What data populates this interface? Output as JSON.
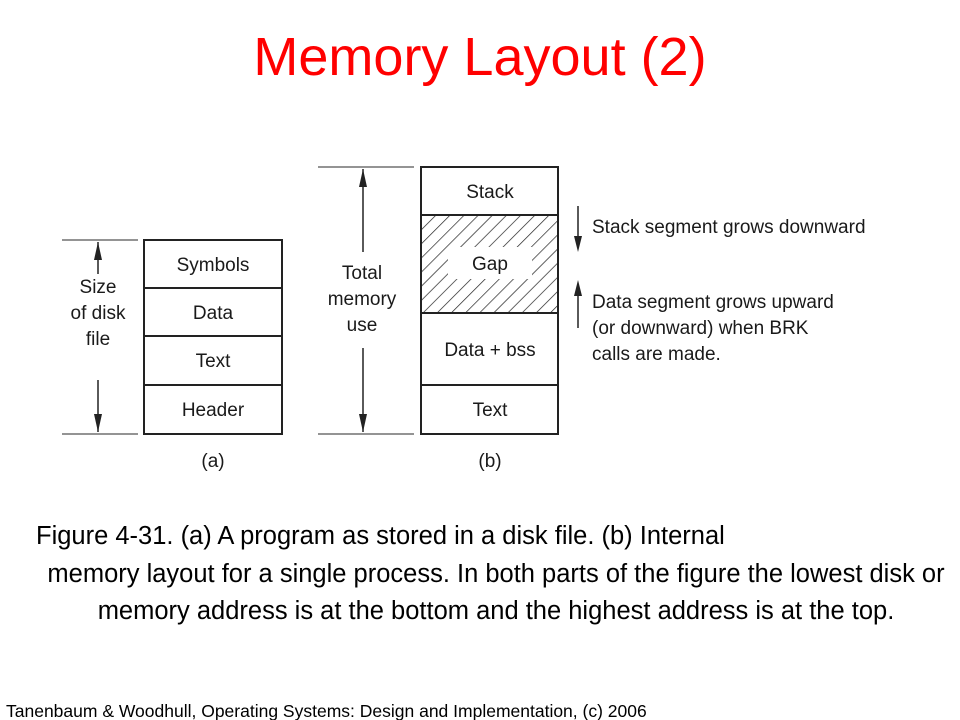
{
  "slide": {
    "title": "Memory Layout (2)",
    "caption": {
      "line1": "Figure 4-31.  (a) A program as stored in a disk file.  (b) Internal",
      "rest": "memory layout for a single process.  In both parts of the figure the lowest disk or memory address is at the bottom and the highest address is at the top."
    },
    "footer": "Tanenbaum & Woodhull, Operating Systems: Design and Implementation, (c) 2006"
  },
  "diagram": {
    "a": {
      "label": "(a)",
      "side_label": [
        "Size",
        "of disk",
        "file"
      ],
      "segments": [
        "Symbols",
        "Data",
        "Text",
        "Header"
      ]
    },
    "b": {
      "label": "(b)",
      "side_label": [
        "Total",
        "memory",
        "use"
      ],
      "segments": [
        "Stack",
        "Gap",
        "Data + bss",
        "Text"
      ],
      "annotations": {
        "stack": "Stack segment grows downward",
        "data": [
          "Data segment grows upward",
          "(or downward) when BRK",
          "calls are made."
        ]
      }
    }
  }
}
